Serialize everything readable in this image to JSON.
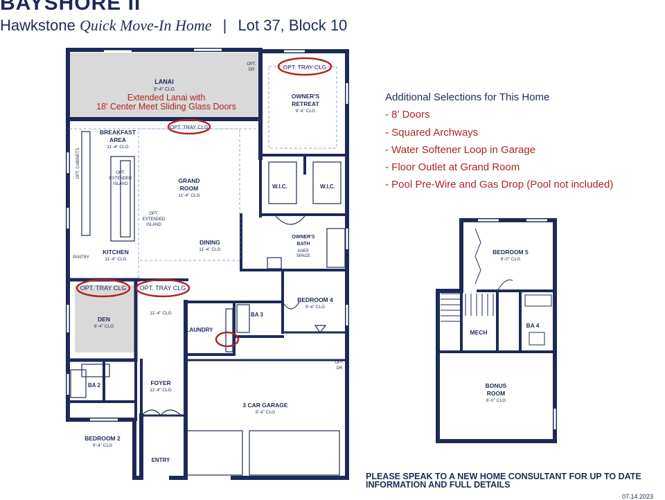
{
  "header": {
    "title": "BAYSHORE II",
    "community": "Hawkstone",
    "home_type": "Quick Move-In Home",
    "separator": "|",
    "lot_block": "Lot 37, Block 10"
  },
  "selections": {
    "heading": "Additional Selections for This Home",
    "items": [
      "- 8’ Doors",
      "- Squared Archways",
      "- Water Softener Loop in Garage",
      "- Floor Outlet at Grand Room",
      "- Pool Pre-Wire and Gas Drop (Pool not included)"
    ]
  },
  "first_floor": {
    "lanai": {
      "name": "LANAI",
      "clg": "9’-4\" CLG"
    },
    "lanai_note": [
      "Extended Lanai with",
      "18’ Center Meet Sliding Glass Doors"
    ],
    "owners_retreat": {
      "name": [
        "OWNER'S",
        "RETREAT"
      ],
      "clg": "9’-4\" CLG"
    },
    "breakfast": {
      "name": [
        "BREAKFAST",
        "AREA"
      ],
      "clg": "11’-4\" CLG"
    },
    "grand_room": {
      "name": [
        "GRAND",
        "ROOM"
      ],
      "clg": "11’-4\" CLG"
    },
    "dining": {
      "name": "DINING",
      "clg": "11’-4\" CLG"
    },
    "kitchen": {
      "name": "KITCHEN",
      "clg": "11’-4\" CLG"
    },
    "pantry": "PANTRY",
    "opt_cabinets": "OPT. CABINETS",
    "opt_ext_island_1": [
      "OPT.",
      "EXTENDED",
      "ISLAND"
    ],
    "opt_ext_island_2": [
      "OPT.",
      "EXTENDED",
      "ISLAND"
    ],
    "wic_1": "W.I.C.",
    "wic_2": "W.I.C.",
    "owners_bath": [
      "OWNER'S",
      "BATH"
    ],
    "knee_space": [
      "KNEE",
      "SPACE"
    ],
    "den": {
      "name": "DEN",
      "clg": "9’-4\" CLG"
    },
    "hall_clg": "11’-4\" CLG",
    "laundry": "LAUNDRY",
    "ba3": "BA 3",
    "bedroom4": {
      "name": "BEDROOM 4",
      "clg": "9’-4\" CLG"
    },
    "ba2": "BA 2",
    "foyer": {
      "name": "FOYER",
      "clg": "11’-4\" CLG"
    },
    "garage": {
      "name": "3 CAR GARAGE",
      "clg": "9’-4\" CLG"
    },
    "bedroom2": {
      "name": "BEDROOM 2",
      "clg": "9’-4\" CLG"
    },
    "entry": "ENTRY",
    "opt_dr_1": [
      "OPT.",
      "DR"
    ],
    "opt_dr_2": [
      "OPT.",
      "DR"
    ],
    "tray_labels": [
      "OPT. TRAY CLG",
      "OPT. TRAY CLG",
      "OPT. TRAY CLG",
      "OPT. TRAY CLG"
    ]
  },
  "second_floor": {
    "bedroom5": {
      "name": "BEDROOM 5",
      "clg": "8’-0\" CLG"
    },
    "mech": "MECH",
    "ba4": "BA 4",
    "bonus": {
      "name": [
        "BONUS",
        "ROOM"
      ],
      "clg": "8’-0\" CLG"
    }
  },
  "footer": {
    "note": [
      "PLEASE SPEAK TO A NEW HOME CONSULTANT FOR UP TO DATE",
      "INFORMATION AND FULL DETAILS"
    ],
    "stamp": "07.14.2023"
  },
  "colors": {
    "wall": "#1d2a57",
    "accent_red": "#b02424",
    "gray_fill": "#d9d9d9",
    "thin_line": "#9aa6c8"
  }
}
